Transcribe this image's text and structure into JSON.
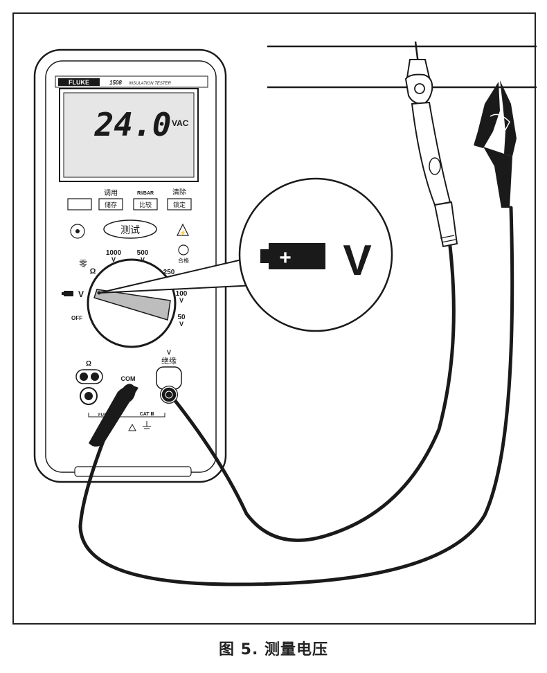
{
  "meter": {
    "brand": "FLUKE",
    "model": "1508",
    "subtitle": "INSULATION TESTER",
    "display_value": "24.0",
    "display_unit": "VAC",
    "buttons": [
      {
        "top": "",
        "label": ""
      },
      {
        "top": "调用",
        "label": "储存"
      },
      {
        "top": "RI/BAR",
        "label": "比较"
      },
      {
        "top": "清除",
        "label": "锁定"
      }
    ],
    "test_button": "测试",
    "pass_label": "合格",
    "dial": {
      "zero_label": "零",
      "ohm": "Ω",
      "battery_v": "V",
      "off": "OFF",
      "ranges": [
        {
          "value": "1000",
          "unit": "V"
        },
        {
          "value": "500",
          "unit": "V"
        },
        {
          "value": "250",
          "unit": "V"
        },
        {
          "value": "100",
          "unit": "V"
        },
        {
          "value": "50",
          "unit": "V"
        }
      ]
    },
    "jacks": {
      "ohm_label": "Ω",
      "com_label": "COM",
      "insulation_v": "V",
      "insulation_label": "绝缘",
      "cat_label": "CAT Ⅲ",
      "fuse_label": "FUSE"
    }
  },
  "callout": {
    "plus": "+",
    "unit": "V"
  },
  "caption": "图 5. 测量电压",
  "colors": {
    "ink": "#1a1a1a",
    "display_bg": "#e6e6e6",
    "dial_pointer": "#bdbdbd"
  }
}
